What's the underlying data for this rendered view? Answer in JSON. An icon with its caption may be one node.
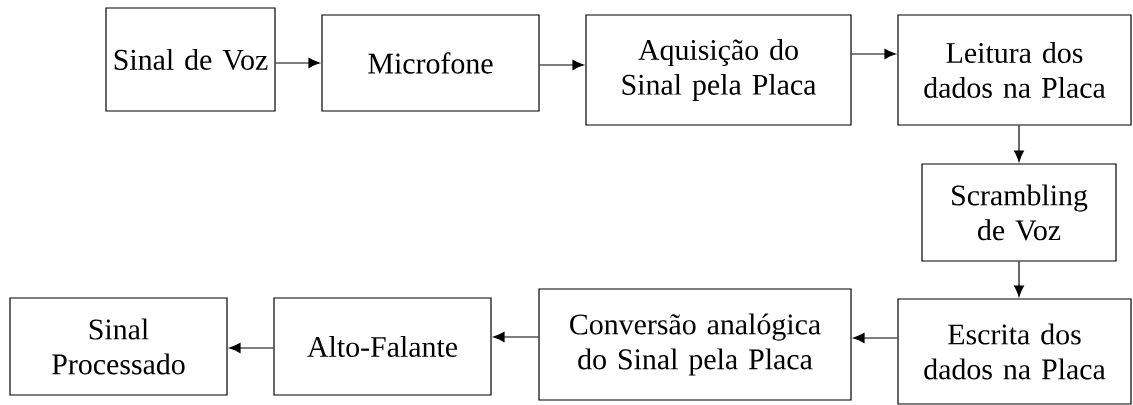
{
  "diagram": {
    "nodes": [
      {
        "text": [
          "Sinal de Voz"
        ]
      },
      {
        "text": [
          "Microfone"
        ]
      },
      {
        "text": [
          "Aquisição do Sinal pela Placa"
        ]
      },
      {
        "text": [
          "Leitura dos dados na Placa"
        ]
      },
      {
        "text": [
          "Scrambling de Voz"
        ]
      },
      {
        "text": [
          "Escrita dos dados na Placa"
        ]
      },
      {
        "text": [
          "Conversão analógica do Sinal pela Placa"
        ]
      },
      {
        "text": [
          "Alto-Falante"
        ]
      },
      {
        "text": [
          "Sinal Processado"
        ]
      }
    ],
    "edges": [
      {
        "from": 0,
        "to": 1,
        "arrow": "to"
      },
      {
        "from": 1,
        "to": 2,
        "arrow": "to"
      },
      {
        "from": 2,
        "to": 3,
        "arrow": "to"
      },
      {
        "from": 3,
        "to": 4,
        "arrow": "to"
      },
      {
        "from": 4,
        "to": 5,
        "arrow": "to"
      },
      {
        "from": 5,
        "to": 6,
        "arrow": "to"
      },
      {
        "from": 6,
        "to": 7,
        "arrow": "to"
      },
      {
        "from": 7,
        "to": 8,
        "arrow": "to"
      }
    ]
  }
}
